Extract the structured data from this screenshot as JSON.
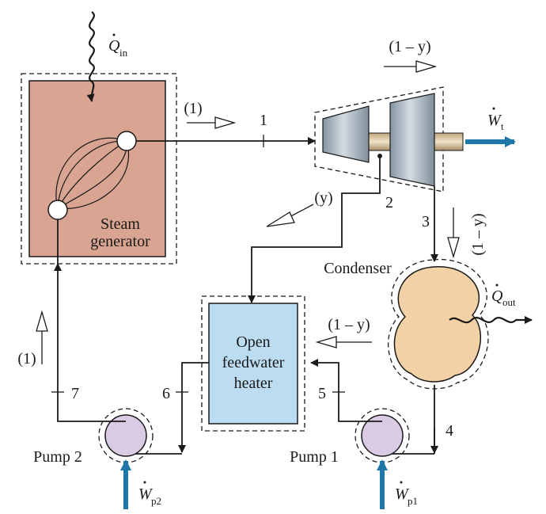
{
  "components": {
    "steam_generator": {
      "line1": "Steam",
      "line2": "generator"
    },
    "turbine": {
      "work_symbol": "W",
      "work_sub": "t"
    },
    "condenser": {
      "label": "Condenser"
    },
    "feedwater_heater": {
      "line1": "Open",
      "line2": "feedwater",
      "line3": "heater"
    },
    "pump1": {
      "label": "Pump 1",
      "work_symbol": "W",
      "work_sub": "p1"
    },
    "pump2": {
      "label": "Pump 2",
      "work_symbol": "W",
      "work_sub": "p2"
    }
  },
  "heat": {
    "in_symbol": "Q",
    "in_sub": "in",
    "out_symbol": "Q",
    "out_sub": "out"
  },
  "states": [
    "1",
    "2",
    "3",
    "4",
    "5",
    "6",
    "7"
  ],
  "flow_fractions": {
    "one": "(1)",
    "y": "(y)",
    "one_minus_y": "(1 – y)",
    "one_minus_y_vertical": "(1 – y)"
  },
  "colors": {
    "steam_generator_fill": "#d9a491",
    "heater_fill": "#bcdcf1",
    "condenser_fill": "#f3d1a6",
    "pump_fill": "#d9cbe4",
    "work_arrow": "#1f77a8"
  }
}
